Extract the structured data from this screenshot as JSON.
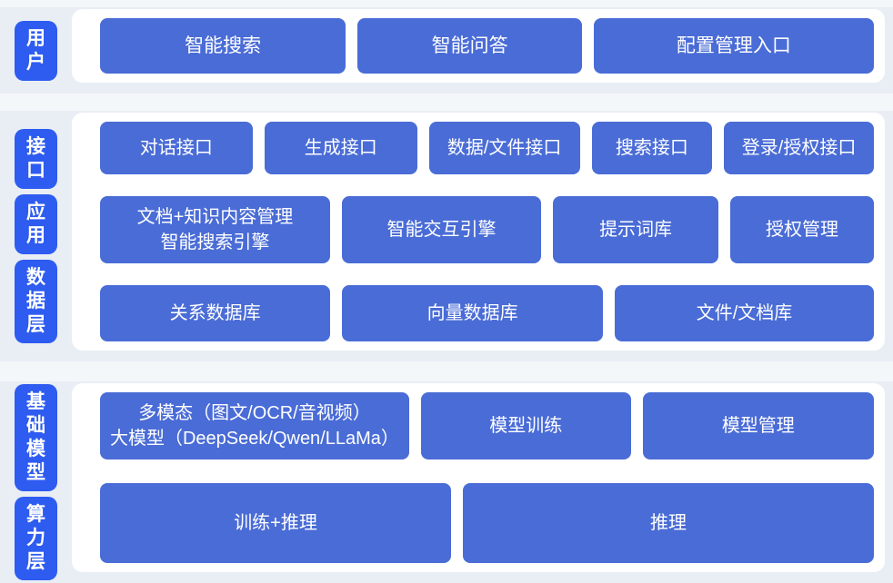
{
  "colors": {
    "page_bg": "#f4f7fa",
    "section_bg": "#e9eef5",
    "panel_bg": "#ffffff",
    "label_bg": "#2e5cf0",
    "button_bg": "#4a6cd6",
    "button_text": "#ffffff"
  },
  "layers": {
    "user": "用户",
    "interface": "接口",
    "application": "应用",
    "data": "数据层",
    "foundation_model": "基础模型",
    "compute": "算力层"
  },
  "blocks": {
    "user": [
      "智能搜索",
      "智能问答",
      "配置管理入口"
    ],
    "interface": [
      "对话接口",
      "生成接口",
      "数据/文件接口",
      "搜索接口",
      "登录/授权接口"
    ],
    "application": {
      "doc_engine_line1": "文档+知识内容管理",
      "doc_engine_line2": "智能搜索引擎",
      "others": [
        "智能交互引擎",
        "提示词库",
        "授权管理"
      ]
    },
    "data": [
      "关系数据库",
      "向量数据库",
      "文件/文档库"
    ],
    "foundation": {
      "llm_line1": "多模态（图文/OCR/音视频）",
      "llm_line2": "大模型（DeepSeek/Qwen/LLaMa）",
      "others": [
        "模型训练",
        "模型管理"
      ]
    },
    "compute": [
      "训练+推理",
      "推理"
    ]
  }
}
